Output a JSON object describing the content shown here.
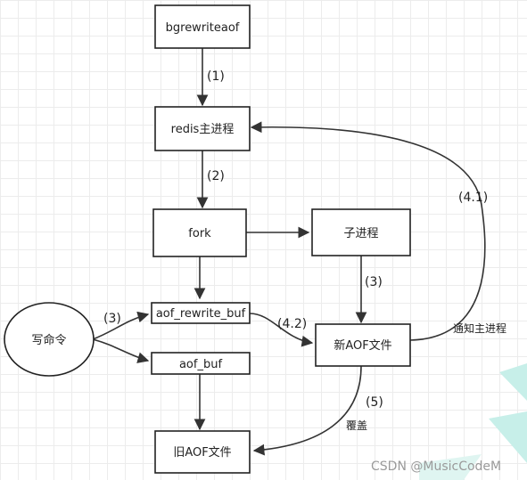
{
  "nodes": {
    "bgrewriteaof": "bgrewriteaof",
    "redis_main": "redis主进程",
    "fork": "fork",
    "child": "子进程",
    "write_cmd": "写命令",
    "aof_rewrite_buf": "aof_rewrite_buf",
    "aof_buf": "aof_buf",
    "new_aof": "新AOF文件",
    "old_aof": "旧AOF文件"
  },
  "edge_labels": {
    "step1": "(1)",
    "step2": "(2)",
    "step3_child": "(3)",
    "step3_write": "(3)",
    "step4_2": "(4.2)",
    "step4_1": "(4.1)",
    "notify_main": "通知主进程",
    "step5": "(5)",
    "cover": "覆盖"
  },
  "watermark": "CSDN @MusicCodeM",
  "colors": {
    "line": "#333333",
    "box_stroke": "#222222",
    "watermark": "#9a9a9a",
    "teal_decoration": "#c7efe9"
  }
}
